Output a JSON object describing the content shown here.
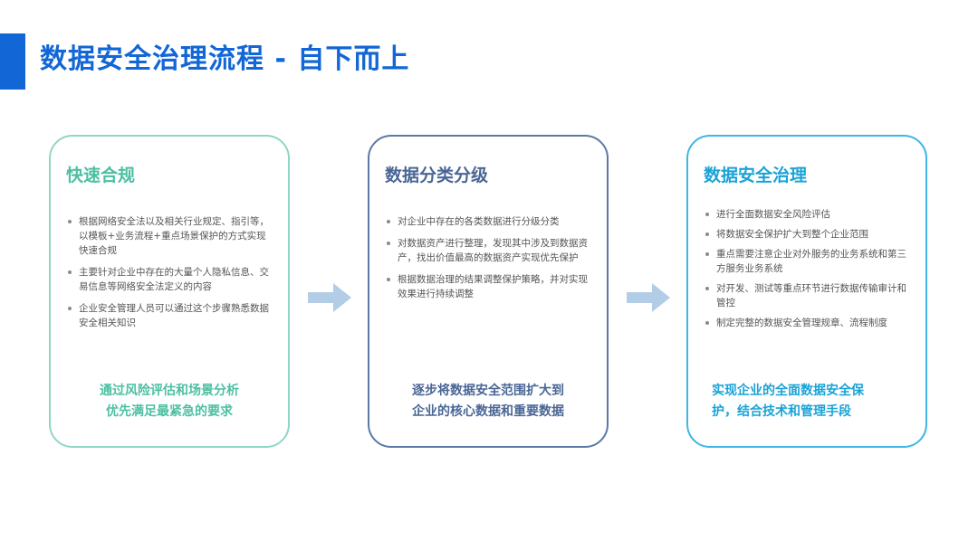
{
  "header": {
    "title": "数据安全治理流程 - 自下而上"
  },
  "cards": [
    {
      "title": "快速合规",
      "bullets": [
        "根据网络安全法以及相关行业规定、指引等，以模板+业务流程+重点场景保护的方式实现快速合规",
        "主要针对企业中存在的大量个人隐私信息、交易信息等网络安全法定义的内容",
        "企业安全管理人员可以通过这个步骤熟悉数据安全相关知识"
      ],
      "footer_line1": "通过风险评估和场景分析",
      "footer_line2": "优先满足最紧急的要求"
    },
    {
      "title": "数据分类分级",
      "bullets": [
        "对企业中存在的各类数据进行分级分类",
        "对数据资产进行整理，发现其中涉及到数据资产，找出价值最高的数据资产实现优先保护",
        "根据数据治理的结果调整保护策略，并对实现效果进行持续调整"
      ],
      "footer_line1": "逐步将数据安全范围扩大到",
      "footer_line2": "企业的核心数据和重要数据"
    },
    {
      "title": "数据安全治理",
      "bullets": [
        "进行全面数据安全风险评估",
        "将数据安全保护扩大到整个企业范围",
        "重点需要注意企业对外服务的业务系统和第三方服务业务系统",
        "对开发、测试等重点环节进行数据传输审计和管控",
        "制定完整的数据安全管理规章、流程制度"
      ],
      "footer_line1": "实现企业的全面数据安全保",
      "footer_line2": "护，结合技术和管理手段"
    }
  ],
  "colors": {
    "accent": "#1266d6",
    "card1": "#4cbfa2",
    "card2": "#4a6695",
    "card3": "#1aa3d6",
    "arrow": "#b3cde6"
  },
  "icons": {
    "arrow1": "arrow-right-icon",
    "arrow2": "arrow-right-icon"
  }
}
